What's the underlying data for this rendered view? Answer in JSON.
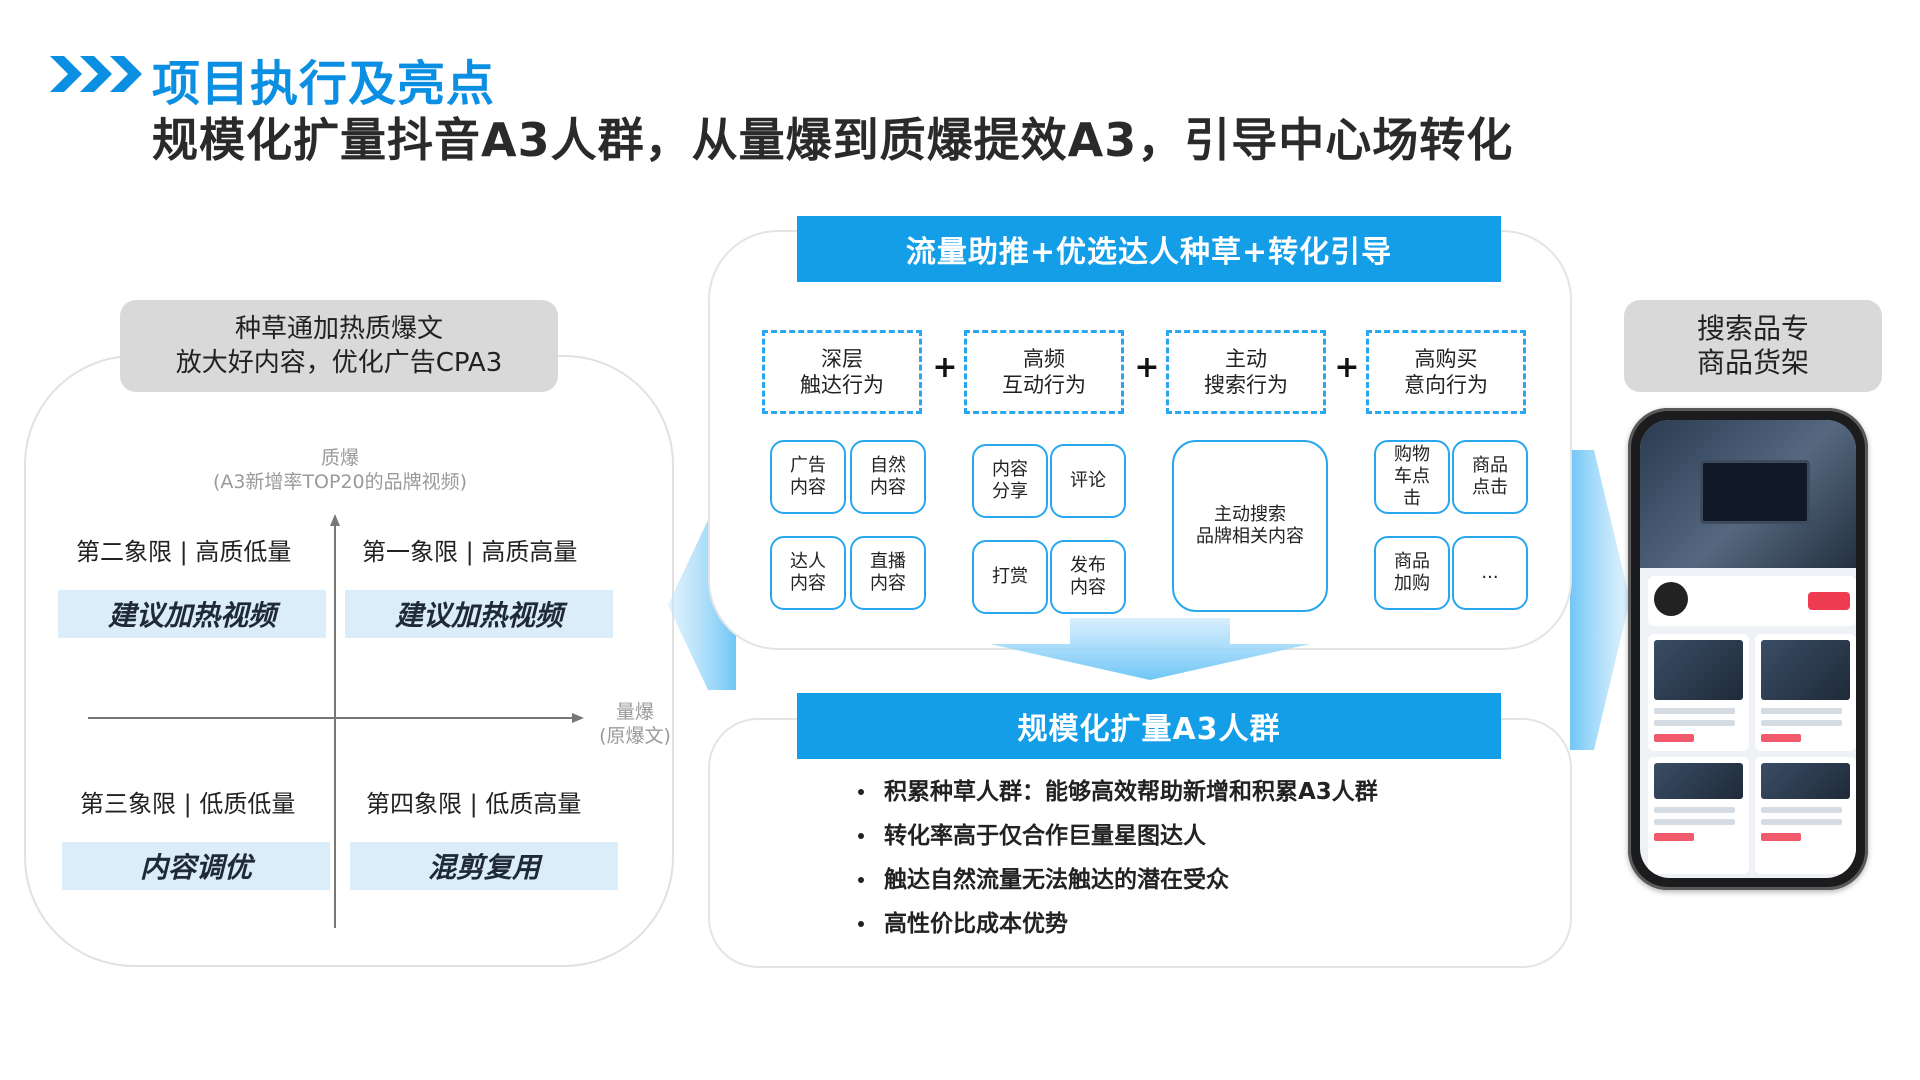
{
  "header": {
    "title": "项目执行及亮点",
    "subtitle": "规模化扩量抖音A3人群，从量爆到质爆提效A3，引导中心场转化"
  },
  "left": {
    "tag_line1": "种草通加热质爆文",
    "tag_line2": "放大好内容，优化广告CPA3",
    "y_axis_line1": "质爆",
    "y_axis_line2": "(A3新增率TOP20的品牌视频)",
    "x_axis_line1": "量爆",
    "x_axis_line2": "(原爆文)",
    "quadrants": [
      {
        "title": "第二象限 | 高质低量",
        "action": "建议加热视频"
      },
      {
        "title": "第一象限 | 高质高量",
        "action": "建议加热视频"
      },
      {
        "title": "第三象限 | 低质低量",
        "action": "内容调优"
      },
      {
        "title": "第四象限 | 低质高量",
        "action": "混剪复用"
      }
    ]
  },
  "center": {
    "banner_top": "流量助推+优选达人种草+转化引导",
    "behaviors": [
      {
        "line1": "深层",
        "line2": "触达行为"
      },
      {
        "line1": "高频",
        "line2": "互动行为"
      },
      {
        "line1": "主动",
        "line2": "搜索行为"
      },
      {
        "line1": "高购买",
        "line2": "意向行为"
      }
    ],
    "plus": "+",
    "chips": {
      "g1": [
        {
          "l1": "广告",
          "l2": "内容"
        },
        {
          "l1": "自然",
          "l2": "内容"
        },
        {
          "l1": "达人",
          "l2": "内容"
        },
        {
          "l1": "直播",
          "l2": "内容"
        }
      ],
      "g2": [
        {
          "l1": "内容",
          "l2": "分享"
        },
        {
          "l1": "评论",
          "l2": ""
        },
        {
          "l1": "打赏",
          "l2": ""
        },
        {
          "l1": "发布",
          "l2": "内容"
        }
      ],
      "g3": {
        "l1": "主动搜索",
        "l2": "品牌相关内容"
      },
      "g4": [
        {
          "l1": "购物",
          "l2": "车点",
          "l3": "击"
        },
        {
          "l1": "商品",
          "l2": "点击"
        },
        {
          "l1": "商品",
          "l2": "加购"
        },
        {
          "l1": "...",
          "l2": ""
        }
      ]
    },
    "banner_bottom": "规模化扩量A3人群",
    "bullets": [
      "积累种草人群：能够高效帮助新增和积累A3人群",
      "转化率高于仅合作巨量星图达人",
      "触达自然流量无法触达的潜在受众",
      "高性价比成本优势"
    ]
  },
  "right": {
    "tag_line1": "搜索品专",
    "tag_line2": "商品货架"
  },
  "colors": {
    "accent": "#0b8fe3",
    "banner": "#149ee8",
    "dash": "#29a7ee",
    "quad_fill": "#dcedfa",
    "tag_gray": "#d9d9d9"
  }
}
